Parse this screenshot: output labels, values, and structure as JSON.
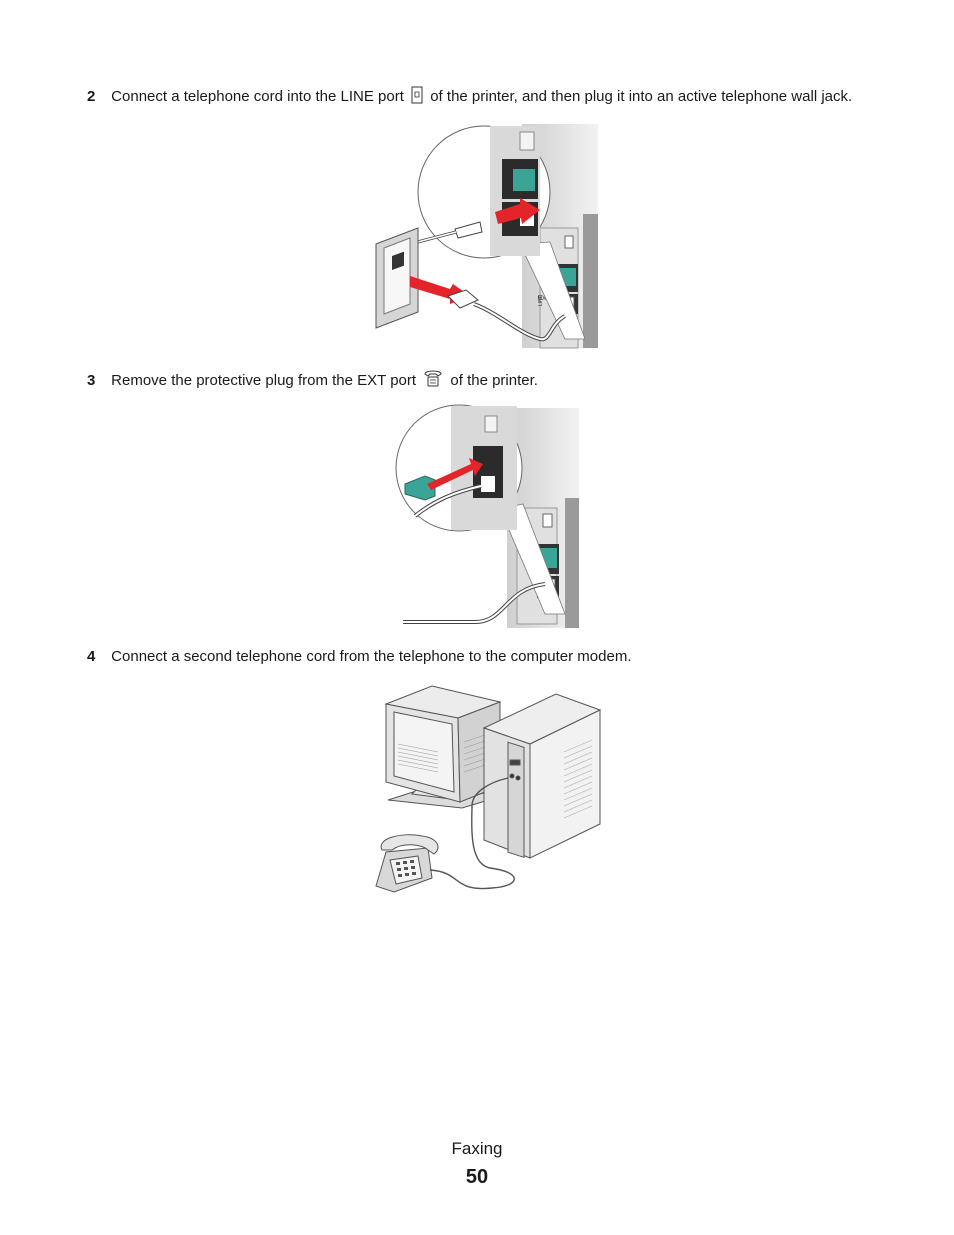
{
  "steps": [
    {
      "number": "2",
      "text_before_icon": "Connect a telephone cord into the LINE port",
      "text_after_icon": "of the printer, and then plug it into an active telephone wall jack.",
      "icon": "line-port-icon"
    },
    {
      "number": "3",
      "text_before_icon": "Remove the protective plug from the EXT port",
      "text_after_icon": "of the printer.",
      "icon": "ext-port-phone-icon"
    },
    {
      "number": "4",
      "text": "Connect a second telephone cord from the telephone to the computer modem."
    }
  ],
  "figure_labels": {
    "ext": "EXT",
    "line": "LINE"
  },
  "colors": {
    "teal_plug": "#3aa597",
    "red_arrow": "#e3242b"
  },
  "footer": {
    "section": "Faxing",
    "page": "50"
  }
}
